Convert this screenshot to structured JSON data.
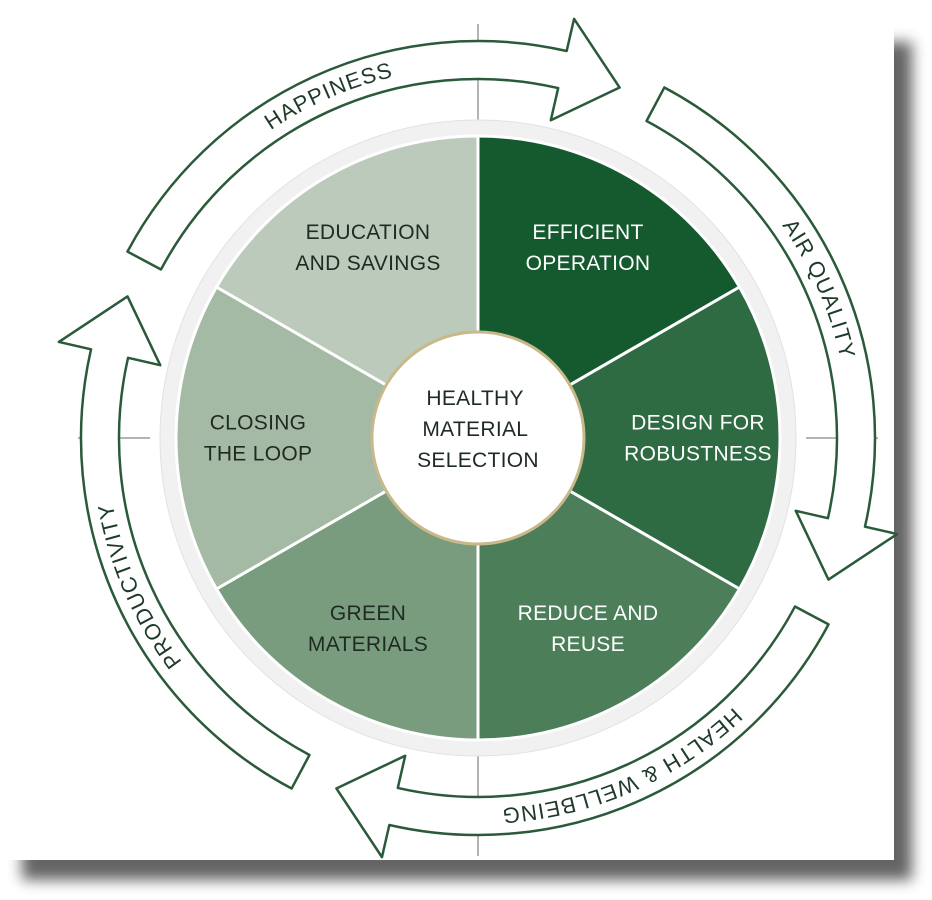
{
  "colors": {
    "shadow": "#4a4a4a",
    "card": "#ffffff",
    "axis": "#b4b4b4",
    "ring": "#f1f1f1",
    "arrow_stroke": "#2a5a3a",
    "center_border": "#c9b98a",
    "center_text": "#1e2a22",
    "dark_text": "#1e2a22",
    "light_text": "#ffffff"
  },
  "center": {
    "lines": [
      "HEALTHY",
      "MATERIAL",
      "SELECTION"
    ]
  },
  "segments": [
    {
      "id": "efficient-operation",
      "lines": [
        "EFFICIENT",
        "OPERATION"
      ],
      "color": "#145a2e",
      "text": "light"
    },
    {
      "id": "design-for-robustness",
      "lines": [
        "DESIGN FOR",
        "ROBUSTNESS"
      ],
      "color": "#2e6b43",
      "text": "light"
    },
    {
      "id": "reduce-and-reuse",
      "lines": [
        "REDUCE AND",
        "REUSE"
      ],
      "color": "#4b7e59",
      "text": "light"
    },
    {
      "id": "green-materials",
      "lines": [
        "GREEN",
        "MATERIALS"
      ],
      "color": "#7a9c7e",
      "text": "dark"
    },
    {
      "id": "closing-the-loop",
      "lines": [
        "CLOSING",
        "THE LOOP"
      ],
      "color": "#a5baa5",
      "text": "dark"
    },
    {
      "id": "education-and-savings",
      "lines": [
        "EDUCATION",
        "AND SAVINGS"
      ],
      "color": "#bccabc",
      "text": "dark"
    }
  ],
  "arrows": [
    {
      "id": "air-quality",
      "label": "AIR QUALITY"
    },
    {
      "id": "health-wellbeing",
      "label": "HEALTH & WELLBEING"
    },
    {
      "id": "productivity",
      "label": "PRODUCTIVITY"
    },
    {
      "id": "happiness",
      "label": "HAPPINESS"
    }
  ]
}
